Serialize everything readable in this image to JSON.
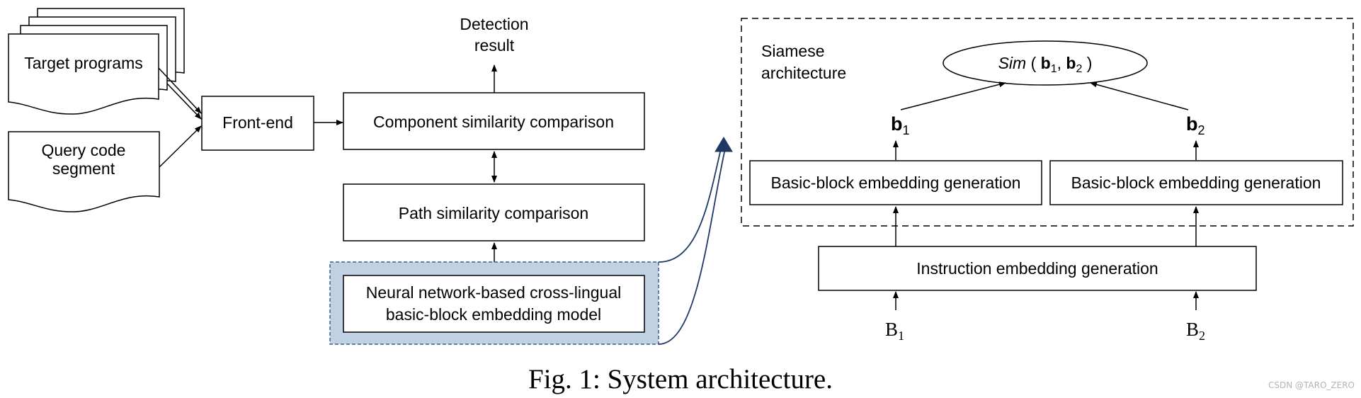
{
  "doc_page": {
    "inputs": {
      "target_programs": "Target programs",
      "query_code_line1": "Query code",
      "query_code_line2": "segment"
    },
    "front_end": "Front-end",
    "detection_result_line1": "Detection",
    "detection_result_line2": "result",
    "component_similarity": "Component similarity comparison",
    "path_similarity": "Path similarity comparison",
    "neural_model_line1": "Neural network-based cross-lingual",
    "neural_model_line2": "basic-block embedding model",
    "siamese": {
      "title_line1": "Siamese",
      "title_line2": "architecture",
      "sim_func": "Sim",
      "sim_open": " ( ",
      "sim_b": "b",
      "sim_sub1": "1",
      "sim_comma": ", ",
      "sim_sub2": "2",
      "sim_close": " )",
      "b_var": "b",
      "b1_sub": "1",
      "b2_sub": "2",
      "bb_embed_left": "Basic-block embedding generation",
      "bb_embed_right": "Basic-block embedding generation",
      "instr_embed": "Instruction embedding generation",
      "B_var": "B",
      "B1_sub": "1",
      "B2_sub": "2"
    },
    "caption": "Fig. 1: System architecture.",
    "watermark": "CSDN @TARO_ZERO",
    "colors": {
      "highlight_fill": "#c2d2e5",
      "highlight_border": "#365f91",
      "arrow_dark": "#1f3864",
      "stroke": "#000000",
      "background": "#ffffff"
    }
  }
}
